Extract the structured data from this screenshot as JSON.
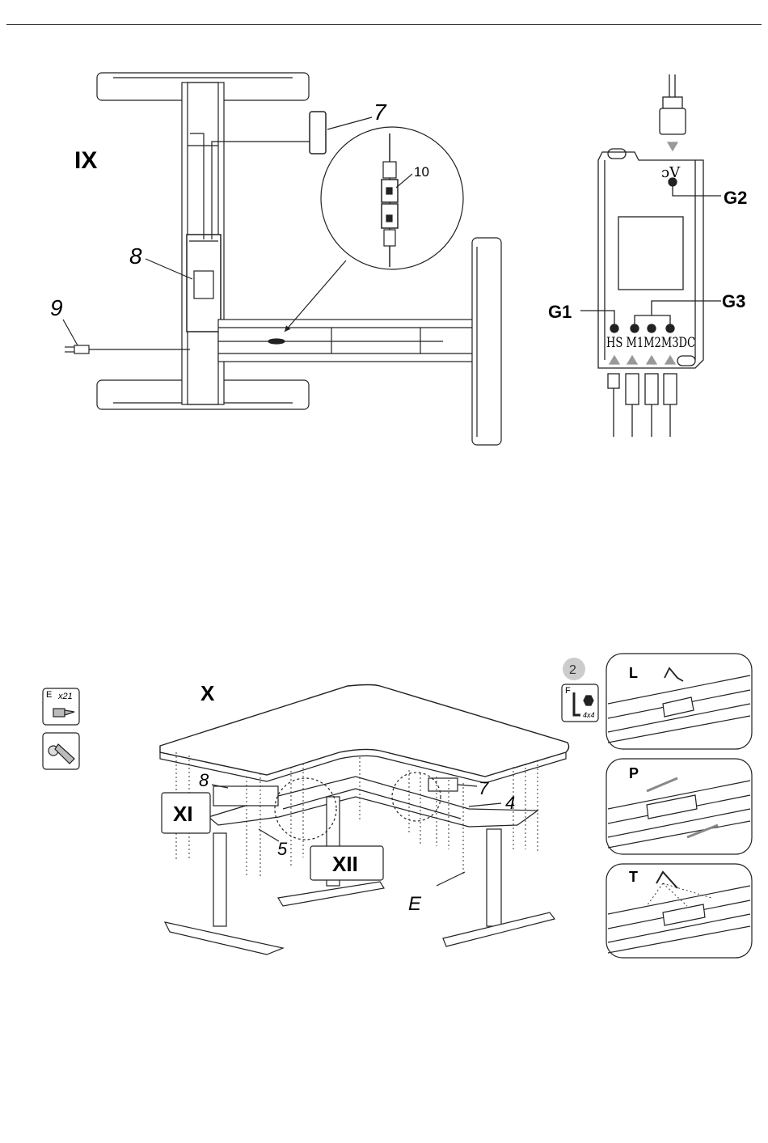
{
  "step_ix": {
    "title": "IX",
    "labels": {
      "controller_handset": "7",
      "control_box": "8",
      "power_cord": "9",
      "connector": "10"
    },
    "control_box_detail": {
      "top_port": "ɔV",
      "bottom_ports": "HS M1M2M3DC",
      "callouts": {
        "g1": "G1",
        "g2": "G2",
        "g3": "G3"
      }
    }
  },
  "step_x": {
    "title": "X",
    "sub_steps": {
      "xi": "XI",
      "xii": "XII"
    },
    "labels": {
      "control_box": "8",
      "handset": "7",
      "beam": "4",
      "crossbar": "5",
      "screw": "E"
    },
    "parts": {
      "screw": {
        "letter": "E",
        "qty": "x21"
      },
      "hex_key": {
        "letter": "F",
        "size": "4x4"
      },
      "tool_count": "2"
    },
    "details": {
      "l": "L",
      "p": "P",
      "t": "T"
    }
  }
}
